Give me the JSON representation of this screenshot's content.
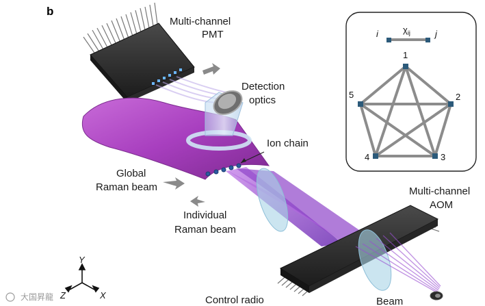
{
  "panel_label": "b",
  "labels": {
    "pmt_line1": "Multi-channel",
    "pmt_line2": "PMT",
    "detection_line1": "Detection",
    "detection_line2": "optics",
    "ion_chain": "Ion chain",
    "global_line1": "Global",
    "global_line2": "Raman beam",
    "individual_line1": "Individual",
    "individual_line2": "Raman beam",
    "aom_line1": "Multi-channel",
    "aom_line2": "AOM",
    "control_radio": "Control radio",
    "beam_partial": "Beam"
  },
  "graph": {
    "coupling_symbol": "χ",
    "coupling_sub": "ij",
    "end_i": "i",
    "end_j": "j",
    "nodes": [
      "1",
      "2",
      "3",
      "4",
      "5"
    ]
  },
  "axes": {
    "y": "Y",
    "z": "Z",
    "x": "X"
  },
  "watermark": "大国昇龍",
  "colors": {
    "sheet": "#b24bc4",
    "sheet_dark": "#7e2a91",
    "beam": "#9a4fd0",
    "chip": "#2b2b2b",
    "lens": "#a9d3e6",
    "graph_edge": "#8c8c8c",
    "graph_node": "#2c5a7a"
  }
}
